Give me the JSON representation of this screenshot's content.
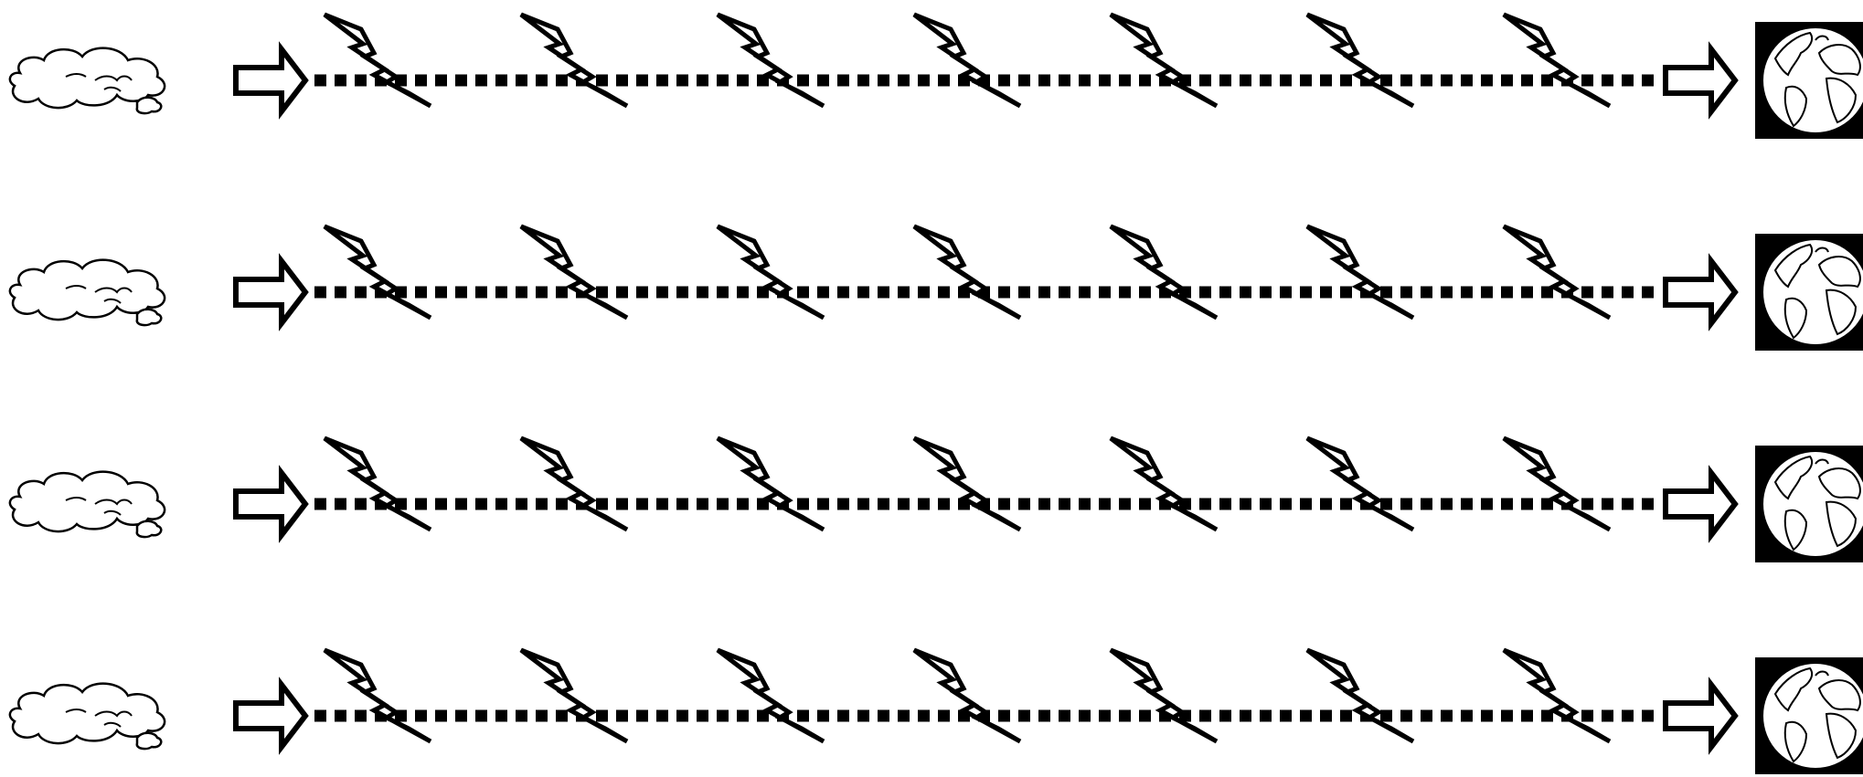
{
  "diagram": {
    "rows": [
      {
        "source": "cloud",
        "connector": "dotted-line",
        "bolt_count": 7,
        "target": "earth"
      },
      {
        "source": "cloud",
        "connector": "dotted-line",
        "bolt_count": 7,
        "target": "earth"
      },
      {
        "source": "cloud",
        "connector": "dotted-line",
        "bolt_count": 7,
        "target": "earth"
      },
      {
        "source": "cloud",
        "connector": "dotted-line",
        "bolt_count": 7,
        "target": "earth"
      }
    ],
    "icons": [
      "cloud-icon",
      "arrow-right-icon",
      "lightning-bolt-icon",
      "earth-globe-icon"
    ],
    "colors": {
      "stroke": "#000000",
      "fill": "#ffffff",
      "background": "#ffffff"
    }
  }
}
